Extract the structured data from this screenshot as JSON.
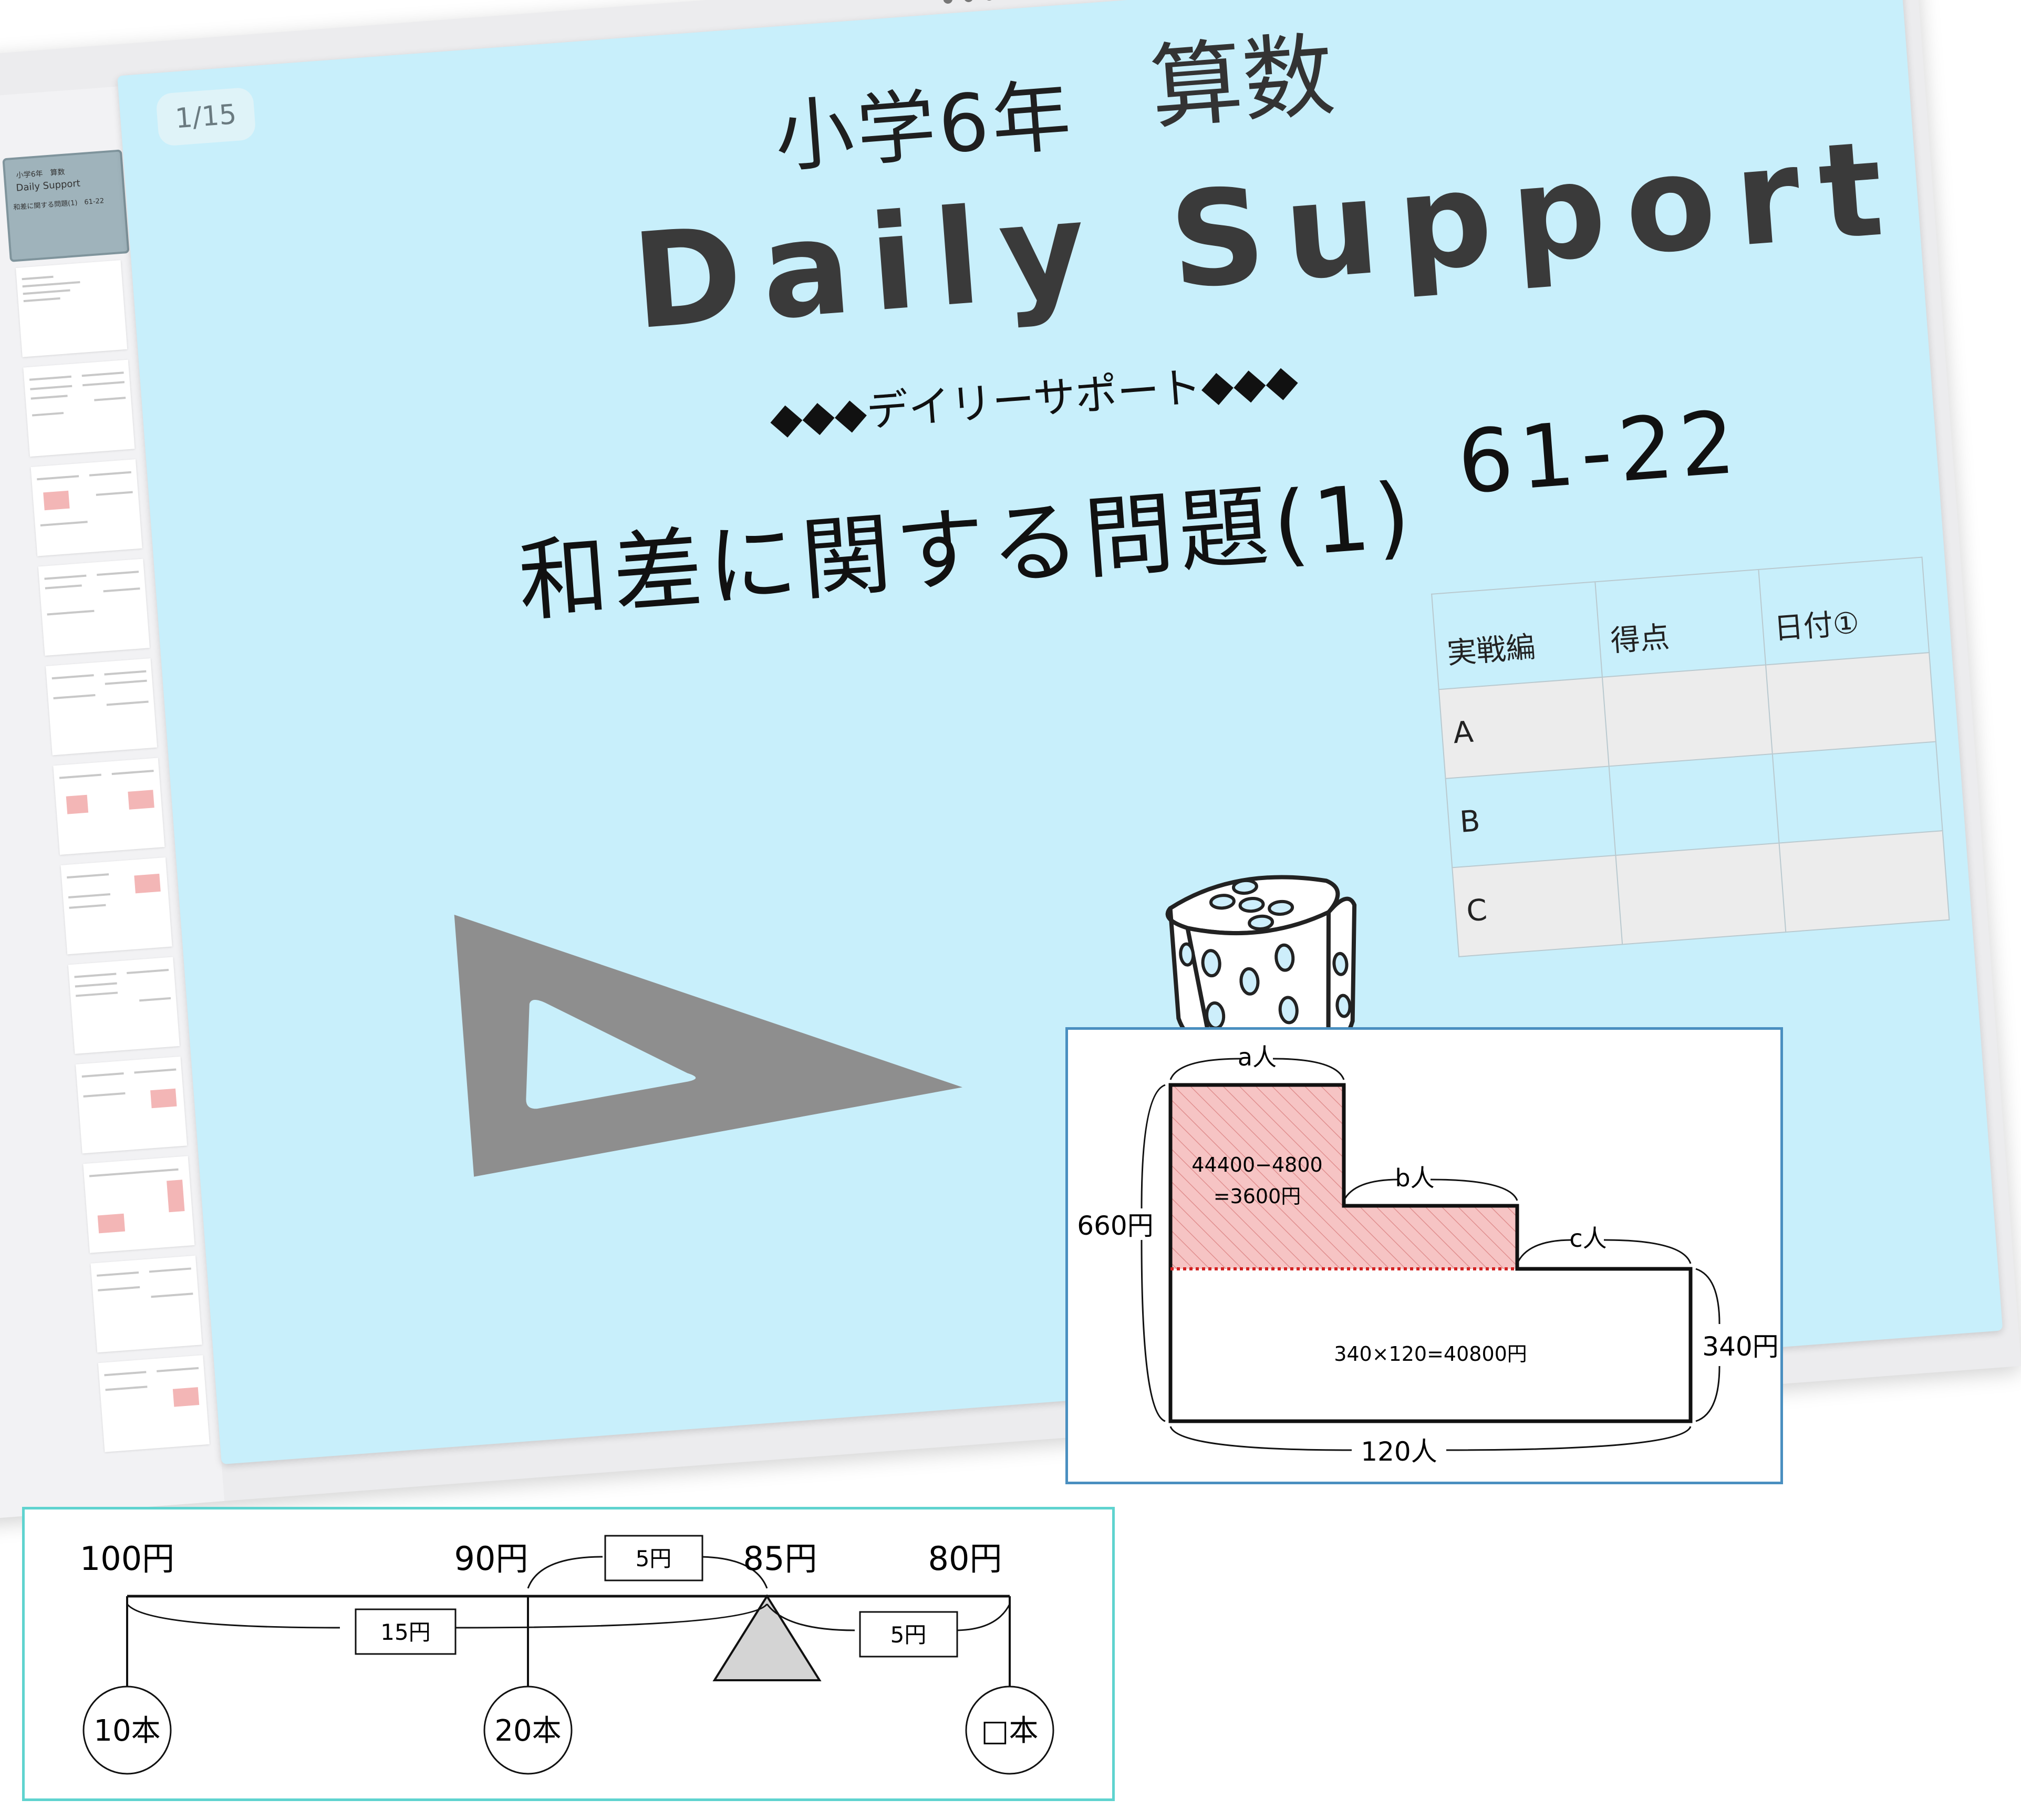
{
  "viewer": {
    "page_indicator": "1/15",
    "more_dots": "•••",
    "thumbnail": {
      "line1": "小学6年　算数",
      "line2": "Daily Support",
      "line3": "和差に関する問題(1)　61-22"
    }
  },
  "slide": {
    "grade": "小学6年",
    "subject": "算数",
    "title": "Daily Support",
    "subtitle": "◆◆◆デイリーサポート◆◆◆",
    "problem_title": "和差に関する問題(1)",
    "problem_code": "61-22",
    "score_table": {
      "headers": [
        "実戦編",
        "得点",
        "日付①"
      ],
      "rows": [
        "A",
        "B",
        "C"
      ]
    }
  },
  "area_diagram": {
    "label_a": "a人",
    "label_b": "b人",
    "label_c": "c人",
    "label_left_height": "660円",
    "label_right_height": "340円",
    "label_bottom": "120人",
    "shaded_line1": "44400−4800",
    "shaded_line2": "=3600円",
    "rect_formula": "340×120=40800円",
    "colors": {
      "shade": "#f6c4c4",
      "dotted": "#d22222"
    }
  },
  "balance_diagram": {
    "prices": [
      "100円",
      "90円",
      "85円",
      "80円"
    ],
    "diff_labels": [
      "15円",
      "5円",
      "5円"
    ],
    "weights": [
      "10本",
      "20本",
      "□本"
    ]
  }
}
